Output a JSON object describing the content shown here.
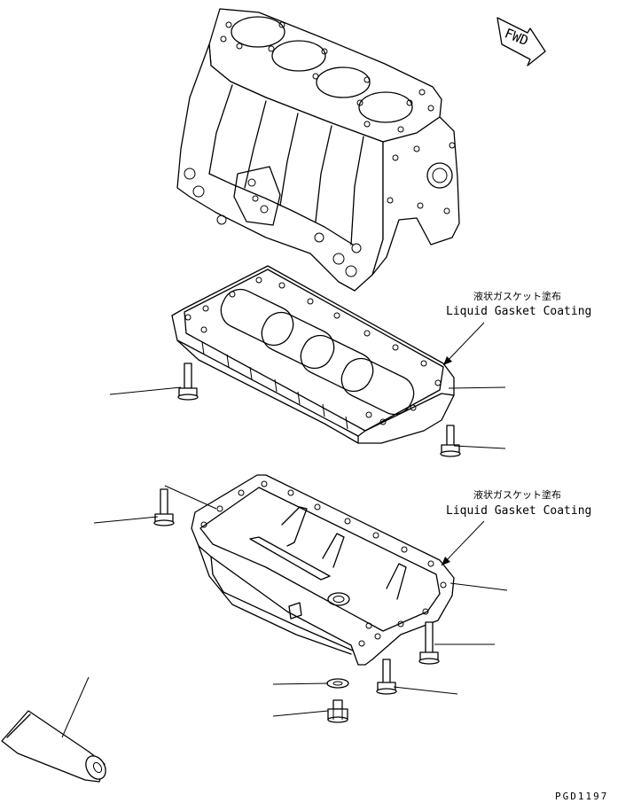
{
  "fwd_label": "FWD",
  "callouts": [
    {
      "jp": "液状ガスケット塗布",
      "en": "Liquid Gasket Coating"
    },
    {
      "jp": "液状ガスケット塗布",
      "en": "Liquid Gasket Coating"
    }
  ],
  "drawing_code": "PGD1197"
}
